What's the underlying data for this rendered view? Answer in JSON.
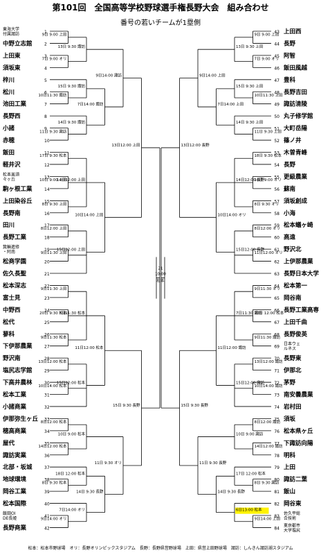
{
  "title": "第101回　全国高等学校野球選手権長野大会　組み合わせ",
  "subtitle": "番号の若いチームが1塁側",
  "footer": "松本：松本市野球場　オリ：長野オリンピックスタジアム　長野：長野県営野球場　上田：県営上田野球場　諏訪：しんきん諏訪湖スタジアム",
  "left_teams": [
    {
      "no": "1",
      "name": "東海大学付属諏訪"
    },
    {
      "no": "2",
      "name": "中野立志館"
    },
    {
      "no": "3",
      "name": "上田東"
    },
    {
      "no": "4",
      "name": "須坂東"
    },
    {
      "no": "5",
      "name": "梓川"
    },
    {
      "no": "6",
      "name": "松川"
    },
    {
      "no": "7",
      "name": "池田工業"
    },
    {
      "no": "8",
      "name": "長野西"
    },
    {
      "no": "9",
      "name": "小諸"
    },
    {
      "no": "10",
      "name": "赤穂"
    },
    {
      "no": "11",
      "name": "飯田"
    },
    {
      "no": "12",
      "name": "軽井沢"
    },
    {
      "no": "13",
      "name": "松本美須々ヶ丘"
    },
    {
      "no": "14",
      "name": "駒ヶ根工業"
    },
    {
      "no": "15",
      "name": "上田染谷丘"
    },
    {
      "no": "16",
      "name": "長野南"
    },
    {
      "no": "17",
      "name": "田川"
    },
    {
      "no": "18",
      "name": "長野工業"
    },
    {
      "no": "19",
      "name": "箕輪進修・阿南"
    },
    {
      "no": "20",
      "name": "松商学園"
    },
    {
      "no": "21",
      "name": "佐久長聖"
    },
    {
      "no": "22",
      "name": "松本深志"
    },
    {
      "no": "23",
      "name": "富士見"
    },
    {
      "no": "24",
      "name": "中野西"
    },
    {
      "no": "25",
      "name": "松代"
    },
    {
      "no": "26",
      "name": "蓼科"
    },
    {
      "no": "27",
      "name": "下伊那農業"
    },
    {
      "no": "28",
      "name": "野沢南"
    },
    {
      "no": "29",
      "name": "塩尻志学館"
    },
    {
      "no": "30",
      "name": "下高井農林"
    },
    {
      "no": "31",
      "name": "松本工業"
    },
    {
      "no": "32",
      "name": "小諸商業"
    },
    {
      "no": "33",
      "name": "伊那弥生ヶ丘"
    },
    {
      "no": "34",
      "name": "穂高商業"
    },
    {
      "no": "35",
      "name": "屋代"
    },
    {
      "no": "36",
      "name": "諏訪実業"
    },
    {
      "no": "37",
      "name": "北部・坂城"
    },
    {
      "no": "38",
      "name": "地球環境"
    },
    {
      "no": "39",
      "name": "岡谷工業"
    },
    {
      "no": "40",
      "name": "松本国際"
    },
    {
      "no": "41",
      "name": "飯田OIDE長姫"
    },
    {
      "no": "42",
      "name": "長野商業"
    }
  ],
  "right_teams": [
    {
      "no": "43",
      "name": "上田西"
    },
    {
      "no": "44",
      "name": "長野"
    },
    {
      "no": "45",
      "name": "阿智"
    },
    {
      "no": "46",
      "name": "飯田風越"
    },
    {
      "no": "47",
      "name": "豊科"
    },
    {
      "no": "48",
      "name": "長野吉田"
    },
    {
      "no": "49",
      "name": "諏訪清陵"
    },
    {
      "no": "50",
      "name": "丸子修学館"
    },
    {
      "no": "51",
      "name": "大町岳陽"
    },
    {
      "no": "52",
      "name": "篠ノ井"
    },
    {
      "no": "53",
      "name": "木曽青峰"
    },
    {
      "no": "54",
      "name": "長野"
    },
    {
      "no": "55",
      "name": "更級農業"
    },
    {
      "no": "56",
      "name": "蘇南"
    },
    {
      "no": "57",
      "name": "須坂創成"
    },
    {
      "no": "58",
      "name": "小海"
    },
    {
      "no": "59",
      "name": "松本蟻ヶ崎"
    },
    {
      "no": "60",
      "name": "高遠"
    },
    {
      "no": "61",
      "name": "野沢北"
    },
    {
      "no": "62",
      "name": "上伊那農業"
    },
    {
      "no": "63",
      "name": "長野日本大学"
    },
    {
      "no": "64",
      "name": "松本第一"
    },
    {
      "no": "65",
      "name": "岡谷南"
    },
    {
      "no": "66",
      "name": "長野工業高専"
    },
    {
      "no": "67",
      "name": "上田千曲"
    },
    {
      "no": "68",
      "name": "長野俊英"
    },
    {
      "no": "69",
      "name": "日本ウェルネス"
    },
    {
      "no": "70",
      "name": "長野東"
    },
    {
      "no": "71",
      "name": "伊那北"
    },
    {
      "no": "72",
      "name": "茅野"
    },
    {
      "no": "73",
      "name": "南安曇農業"
    },
    {
      "no": "74",
      "name": "岩村田"
    },
    {
      "no": "75",
      "name": "須坂"
    },
    {
      "no": "76",
      "name": "松本県ヶ丘"
    },
    {
      "no": "77",
      "name": "下諏訪向陽"
    },
    {
      "no": "78",
      "name": "明科"
    },
    {
      "no": "79",
      "name": "上田"
    },
    {
      "no": "80",
      "name": "諏訪二葉"
    },
    {
      "no": "81",
      "name": "飯山"
    },
    {
      "no": "82",
      "name": "岡谷東"
    },
    {
      "no": "83",
      "name": "佐久平総合技術"
    },
    {
      "no": "84",
      "name": "東京都市大学塩尻"
    }
  ],
  "center": {
    "no": "21",
    "time": "10:00",
    "venue": "松本"
  },
  "highlight_color": "#fff200",
  "left_matches": [
    {
      "no": "1",
      "time": "9日 9:00 上田"
    },
    {
      "no": "2",
      "time": "7日 9:00 オリ"
    },
    {
      "no": "13",
      "time": "13日 9:30 諏訪"
    },
    {
      "no": "3",
      "time": "10日11:30 諏訪"
    },
    {
      "no": "15",
      "time": "15日 9:30 諏訪"
    },
    {
      "no": "4",
      "time": "11日 9:30 諏訪"
    },
    {
      "no": "14",
      "time": "14日 9:30 諏訪"
    },
    {
      "no": "5",
      "time": "7日14:00 諏訪"
    },
    {
      "no": "6",
      "time": "9日14:00 諏訪"
    },
    {
      "no": "17",
      "time": "17日 9:30 松本"
    },
    {
      "no": "7",
      "time": "10日 9:00 上田"
    },
    {
      "no": "8",
      "time": "8日 9:30 上田"
    },
    {
      "no": "16",
      "time": "14日12:00 上田"
    },
    {
      "no": "9",
      "time": "8日12:00 上田"
    },
    {
      "no": "10",
      "time": "9日11:30 上田"
    },
    {
      "no": "18",
      "time": "15日12:00 上田"
    },
    {
      "no": "11",
      "time": "10日14:00 上田"
    },
    {
      "no": "17",
      "time": "13日12:00 上田"
    },
    {
      "no": "12",
      "time": "9日11:30 上田"
    },
    {
      "no": "20",
      "time": "20日 9:30 松本"
    },
    {
      "no": "19",
      "time": "9日11:30 松本"
    },
    {
      "no": "20",
      "time": "7日11:30 松本"
    },
    {
      "no": "31",
      "time": "13日12:00 松本"
    },
    {
      "no": "21",
      "time": "10日14:00 松本"
    },
    {
      "no": "33",
      "time": "15日12:00 松本"
    },
    {
      "no": "22",
      "time": "11日12:00 松本"
    },
    {
      "no": "23",
      "time": "8日12:00 松本"
    },
    {
      "no": "32",
      "time": "14日12:00 松本"
    },
    {
      "no": "24",
      "time": "10日 9:00 松本"
    },
    {
      "no": "25",
      "time": "8日 9:30 松本"
    },
    {
      "no": "18",
      "time": "18日 12:00 松本"
    },
    {
      "no": "26",
      "time": "9日14:00 オリ"
    },
    {
      "no": "27",
      "time": "7日14:00 オリ"
    },
    {
      "no": "34",
      "time": "14日 9:30 長野"
    },
    {
      "no": "28",
      "time": "11日 9:30 オリ"
    },
    {
      "no": "36",
      "time": "15日 9:30 長野"
    },
    {
      "no": "29",
      "time": "10日11:30 オリ"
    },
    {
      "no": "30",
      "time": "8日 9:00 オリ"
    },
    {
      "no": "35",
      "time": "13日 9:30 長野"
    },
    {
      "no": "31",
      "time": "7日 9:30 オリ"
    }
  ],
  "right_matches": [
    {
      "no": "37",
      "time": "9日 9:00 上田"
    },
    {
      "no": "38",
      "time": "7日 9:00 オリ"
    },
    {
      "no": "46",
      "time": "13日 9:30 上田"
    },
    {
      "no": "39",
      "time": "10日11:30 上田"
    },
    {
      "no": "48",
      "time": "15日 9:30 上田"
    },
    {
      "no": "40",
      "time": "11日 9:30 上田"
    },
    {
      "no": "47",
      "time": "14日 9:30 上田"
    },
    {
      "no": "41",
      "time": "7日14:00 上田"
    },
    {
      "no": "42",
      "time": "9日14:00 上田"
    },
    {
      "no": "18",
      "time": "18日 9:30 松本"
    },
    {
      "no": "43",
      "time": "10日 9:00 オリ"
    },
    {
      "no": "44",
      "time": "8日 9:30 オリ"
    },
    {
      "no": "49",
      "time": "14日12:00 長野"
    },
    {
      "no": "45",
      "time": "8日12:00 オリ"
    },
    {
      "no": "46",
      "time": "11日12:00 オリ"
    },
    {
      "no": "51",
      "time": "15日12:00 長野"
    },
    {
      "no": "47",
      "time": "10日14:00 オリ"
    },
    {
      "no": "50",
      "time": "13日12:00 長野"
    },
    {
      "no": "48",
      "time": "9日11:30 オリ"
    },
    {
      "no": "20",
      "time": "20日 12:00 松本"
    },
    {
      "no": "49",
      "time": "9日11:30 諏訪"
    },
    {
      "no": "50",
      "time": "7日11:30 諏訪"
    },
    {
      "no": "52",
      "time": "13日12:00 諏訪"
    },
    {
      "no": "51",
      "time": "10日14:00 諏訪"
    },
    {
      "no": "54",
      "time": "15日12:00 諏訪"
    },
    {
      "no": "52",
      "time": "11日12:00 諏訪"
    },
    {
      "no": "53",
      "time": "8日12:00 諏訪"
    },
    {
      "no": "53",
      "time": "14日12:00 諏訪"
    },
    {
      "no": "54",
      "time": "10日 9:00 諏訪"
    },
    {
      "no": "55",
      "time": "8日 9:30 諏訪"
    },
    {
      "no": "17",
      "time": "17日 12:00 松本"
    },
    {
      "no": "56",
      "time": "9日14:00 上田"
    },
    {
      "no": "57",
      "time": "6日13:00 松本"
    },
    {
      "no": "55",
      "time": "14日 9:30 長野"
    },
    {
      "no": "58",
      "time": "11日 9:30 長野"
    },
    {
      "no": "57",
      "time": "15日 9:30 長野"
    },
    {
      "no": "59",
      "time": "10日11:30 長野"
    },
    {
      "no": "60",
      "time": "8日 9:00 長野"
    },
    {
      "no": "56",
      "time": "13日 9:30 長野"
    },
    {
      "no": "61",
      "time": "7日 9:30 長野"
    }
  ]
}
